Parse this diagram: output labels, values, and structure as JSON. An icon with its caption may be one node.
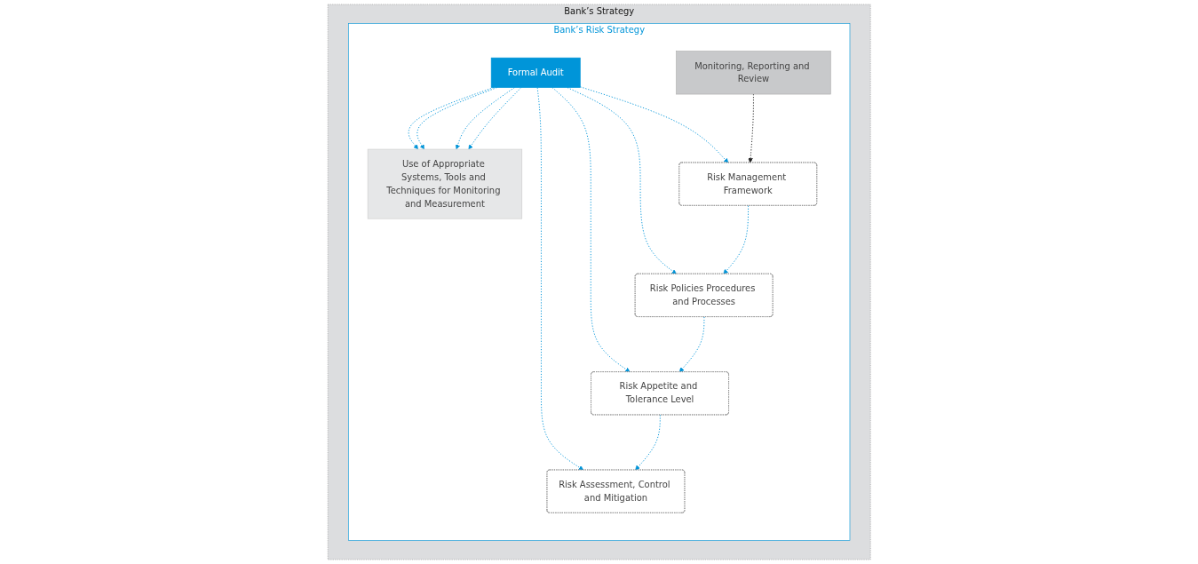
{
  "diagram": {
    "nodes": [
      {
        "text": [
          "Bank’s Strategy"
        ]
      },
      {
        "text": [
          "Bank’s Risk Strategy"
        ],
        "in": 0
      },
      {
        "text": [
          "Risk Management Framework"
        ],
        "in": 1
      },
      {
        "text": [
          "Risk Policies Procedures and Processes"
        ],
        "in": 1
      },
      {
        "text": [
          "Risk Appetite and Tolerance Level"
        ],
        "in": 1
      },
      {
        "text": [
          "Risk Assessment, Control and Mitigation"
        ],
        "in": 1
      },
      {
        "text": [
          "Formal Audit"
        ],
        "in": 1
      },
      {
        "text": [
          "Use of Appropriate Systems, Tools and Techniques for Monitoring and Measurement"
        ],
        "in": 1
      },
      {
        "text": [
          "Monitoring, Reporting and Review"
        ],
        "in": 1
      }
    ],
    "edges": [
      {
        "from": 2,
        "to": 3,
        "arrow": "to",
        "style": "dashed"
      },
      {
        "from": 3,
        "to": 4,
        "arrow": "to",
        "style": "dashed"
      },
      {
        "from": 4,
        "to": 5,
        "arrow": "to",
        "style": "dashed"
      },
      {
        "from": 6,
        "to": 2,
        "arrow": "to",
        "style": "dashed"
      },
      {
        "from": 6,
        "to": 3,
        "arrow": "to",
        "style": "dashed"
      },
      {
        "from": 6,
        "to": 4,
        "arrow": "to",
        "style": "dashed"
      },
      {
        "from": 6,
        "to": 5,
        "arrow": "to",
        "style": "dashed"
      },
      {
        "from": 6,
        "to": 7,
        "arrow": "to",
        "style": "dashed"
      },
      {
        "from": 6,
        "to": 7,
        "arrow": "to",
        "style": "dashed"
      },
      {
        "from": 6,
        "to": 7,
        "arrow": "to",
        "style": "dashed"
      },
      {
        "from": 6,
        "to": 7,
        "arrow": "to",
        "style": "dashed"
      },
      {
        "from": 8,
        "to": 2,
        "arrow": "to",
        "style": "dashed",
        "color": "#222222"
      }
    ]
  }
}
